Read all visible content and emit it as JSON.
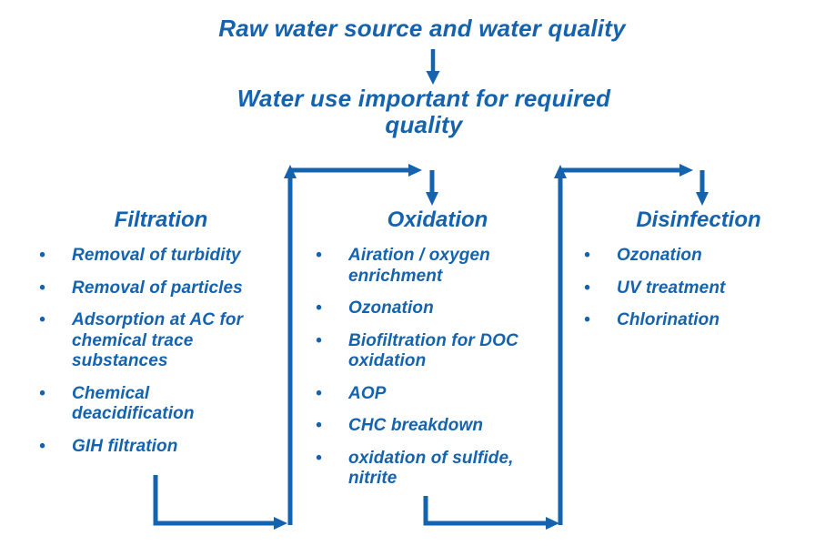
{
  "colors": {
    "accent": "#1563AE",
    "background": "#FFFFFF"
  },
  "bullet_glyph": "•",
  "flow": {
    "title": "Raw water source and water quality",
    "subtitle": "Water use important for required\nquality"
  },
  "columns": [
    {
      "heading": "Filtration",
      "items": [
        "Removal of turbidity",
        "Removal of particles",
        "Adsorption at AC for\nchemical trace\nsubstances",
        "Chemical\ndeacidification",
        "GIH filtration"
      ]
    },
    {
      "heading": "Oxidation",
      "items": [
        "Airation / oxygen\nenrichment",
        "Ozonation",
        "Biofiltration for DOC\noxidation",
        "AOP",
        "CHC breakdown",
        "oxidation of sulfide,\nnitrite"
      ]
    },
    {
      "heading": "Disinfection",
      "items": [
        "Ozonation",
        "UV treatment",
        "Chlorination"
      ]
    }
  ]
}
